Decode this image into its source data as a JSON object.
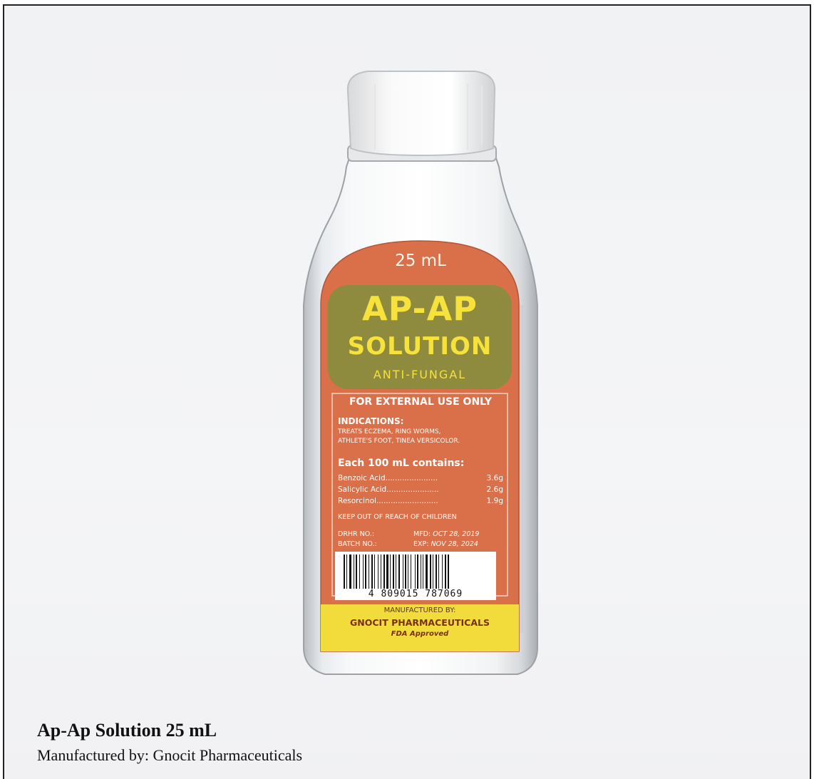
{
  "label": {
    "volume": "25 mL",
    "brand": "AP-AP",
    "product": "SOLUTION",
    "category": "ANTI-FUNGAL",
    "warning_top": "FOR EXTERNAL USE ONLY",
    "indications_heading": "INDICATIONS:",
    "indications_line1": "TREATS ECZEMA, RING WORMS,",
    "indications_line2": "ATHLETE'S FOOT, TINEA VERSICOLOR.",
    "contents_heading": "Each 100 mL contains:",
    "ingredients": [
      {
        "name": "Benzoic Acid",
        "dots": "......................",
        "amount": "3.6g"
      },
      {
        "name": "Salicylic Acid",
        "dots": "......................",
        "amount": "2.6g"
      },
      {
        "name": "Resorcinol",
        "dots": "..........................",
        "amount": "1.9g"
      }
    ],
    "keep_out": "KEEP OUT OF REACH OF CHILDREN",
    "drhr": "DRHR NO.:",
    "batch": "BATCH NO.:",
    "mfd_label": "MFD:",
    "mfd_date": "OCT 28, 2019",
    "exp_label": "EXP:",
    "exp_date": "NOV 28, 2024",
    "barcode_digits": "4  809015  787069",
    "manufactured_by": "MANUFACTURED BY:",
    "manufacturer": "GNOCIT PHARMACEUTICALS",
    "fda": "FDA Approved"
  },
  "caption": {
    "title": "Ap-Ap Solution 25 mL",
    "subtitle": "Manufactured by: Gnocit Pharmaceuticals"
  },
  "colors": {
    "label_orange": "#d9704a",
    "label_olive": "#8e8a3e",
    "label_yellow": "#f2dc3c",
    "text_yellow": "#f6e23a",
    "cap_white": "#f7f7f7"
  }
}
